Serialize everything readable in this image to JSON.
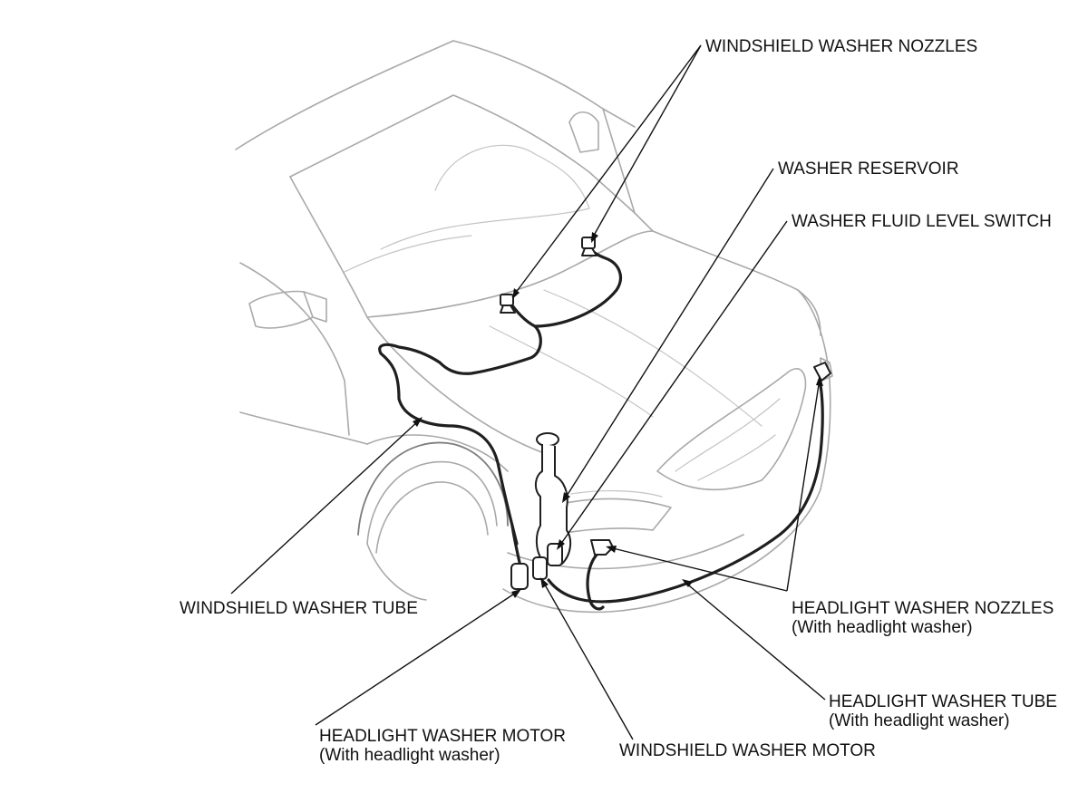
{
  "labels": {
    "windshield_washer_nozzles": "WINDSHIELD WASHER NOZZLES",
    "washer_reservoir": "WASHER RESERVOIR",
    "washer_fluid_level_switch": "WASHER FLUID LEVEL SWITCH",
    "windshield_washer_tube": "WINDSHIELD WASHER TUBE",
    "headlight_washer_nozzles": "HEADLIGHT WASHER NOZZLES",
    "headlight_washer_nozzles_note": "(With headlight washer)",
    "headlight_washer_tube": "HEADLIGHT WASHER TUBE",
    "headlight_washer_tube_note": "(With headlight washer)",
    "headlight_washer_motor": "HEADLIGHT WASHER MOTOR",
    "headlight_washer_motor_note": "(With headlight washer)",
    "windshield_washer_motor": "WINDSHIELD WASHER MOTOR"
  }
}
